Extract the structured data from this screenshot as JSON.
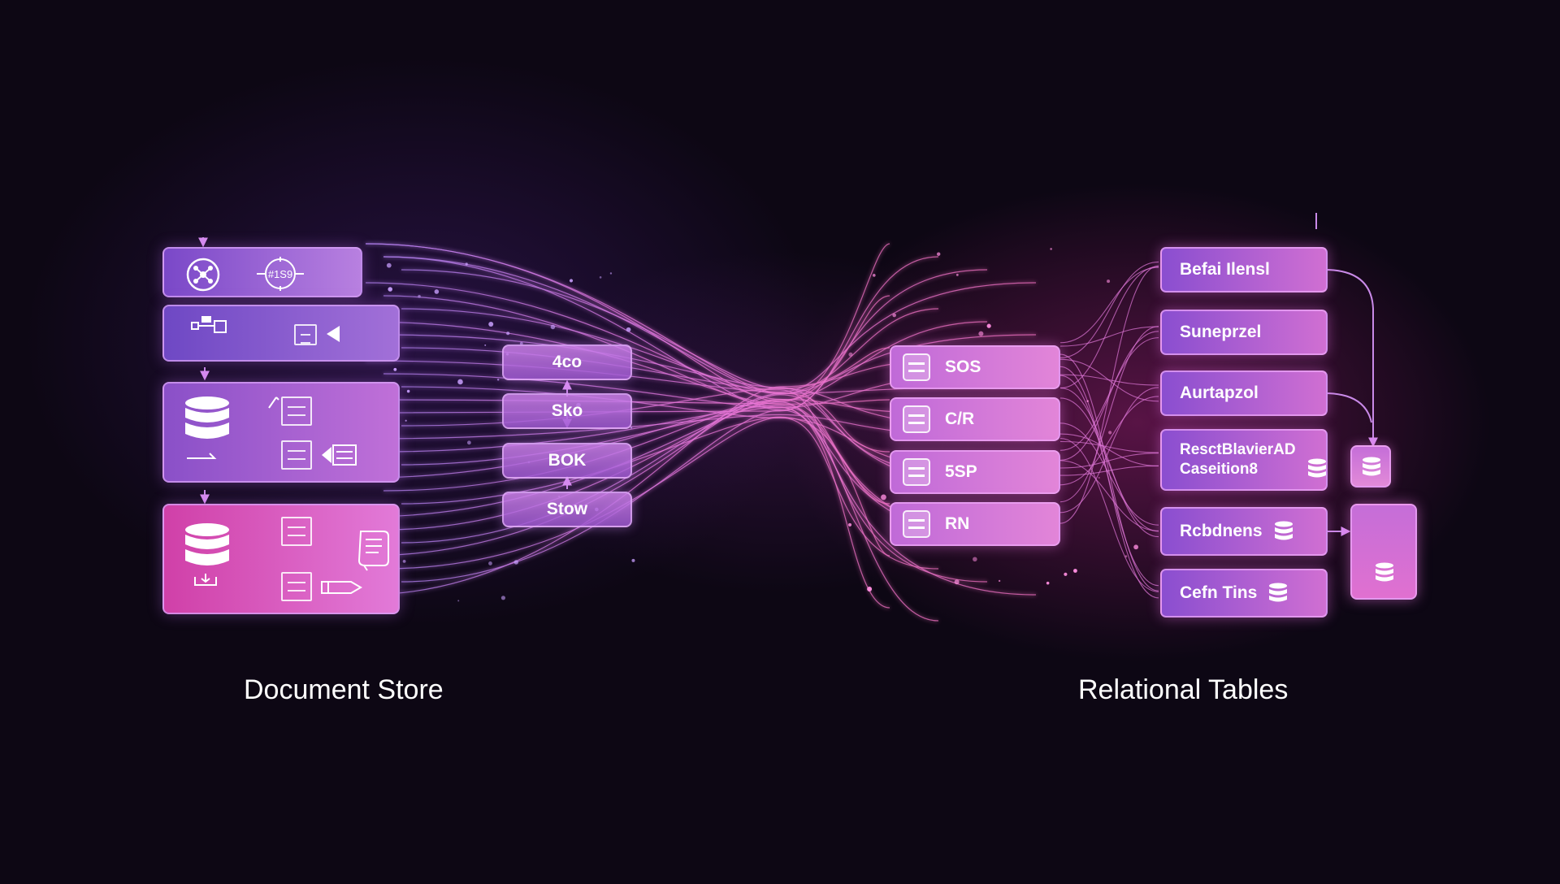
{
  "left_panel": {
    "title": "Document Store",
    "badge_text": "#1S9"
  },
  "middle_left": [
    "4co",
    "Sko",
    "BOK",
    "Stow"
  ],
  "middle_right": [
    "SOS",
    "C/R",
    "5SP",
    "RN"
  ],
  "right_panel": {
    "title": "Relational Tables",
    "tables": [
      {
        "label": "Befai Ilensl",
        "db_icon": false
      },
      {
        "label": "Suneprzel",
        "db_icon": false
      },
      {
        "label": "Aurtapzol",
        "db_icon": false
      },
      {
        "label_line1": "ResctBlavierAD",
        "label_line2": "Caseition8",
        "db_icon": true
      },
      {
        "label": "Rcbdnens",
        "db_icon": true
      },
      {
        "label": "Cefn Tins",
        "db_icon": true
      }
    ]
  },
  "colors": {
    "background": "#0d0714",
    "purple": "#8a4ed0",
    "pink": "#e070d0",
    "flow_left": "#a878f0",
    "flow_right": "#f070c8"
  },
  "icons": [
    "network-icon",
    "target-icon",
    "database-icon",
    "document-icon",
    "pen-icon",
    "arrow-left-icon"
  ]
}
